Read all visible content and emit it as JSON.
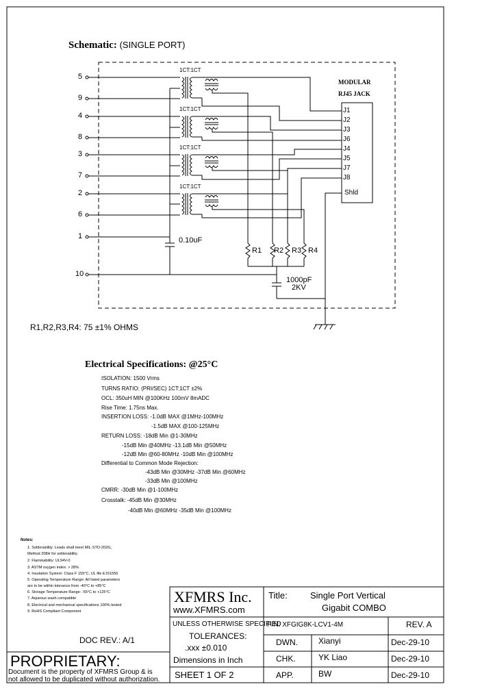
{
  "schematic": {
    "title": "Schematic:",
    "subtitle": "(SINGLE PORT)",
    "pins": [
      "5",
      "9",
      "4",
      "8",
      "3",
      "7",
      "2",
      "6",
      "1",
      "10"
    ],
    "transformer_labels": [
      "1CT:1CT",
      "1CT:1CT",
      "1CT:1CT",
      "1CT:1CT"
    ],
    "jack_title_line1": "MODULAR",
    "jack_title_line2": "RJ45  JACK",
    "jack_pins": [
      "J1",
      "J2",
      "J3",
      "J6",
      "J4",
      "J5",
      "J7",
      "J8"
    ],
    "shield_label": "Shld",
    "cap1_label": "0.10uF",
    "resistors": [
      "R1",
      "R2",
      "R3",
      "R4"
    ],
    "cap2_label_line1": "1000pF",
    "cap2_label_line2": "2KV",
    "resistor_note": "R1,R2,R3,R4:  75  ±1%  OHMS"
  },
  "electrical": {
    "title": "Electrical    Specifications:  @25°C",
    "lines": [
      "ISOLATION:  1500  Vrms",
      "TURNS  RATIO:  (PRI/SEC)  1CT:1CT  ±2%",
      "OCL:  350uH  MIN  @100KHz  100mV  8mADC",
      "Rise  Time:  1.75ns  Max.",
      "INSERTION  LOSS:  -1.0dB  MAX  @1MHz-100MHz",
      "-1.5dB  MAX  @100-125MHz",
      "RETURN  LOSS:  -18dB  Min  @1-30MHz",
      "-15dB  Min  @40MHz  -13.1dB  Min  @50MHz",
      "-12dB  Min  @60-80MHz  -10dB  Min  @100MHz",
      "Differential  to  Common  Mode  Rejection:",
      "-43dB  Min  @30MHz  -37dB  Min  @60MHz",
      "-33dB  Min  @100MHz",
      "CMRR:  -30dB  Min  @1-100MHz",
      "Crosstalk:  -45dB  Min  @30MHz",
      "-40dB  Min  @60MHz  -35dB  Min  @100MHz"
    ]
  },
  "notes": {
    "heading": "Notes:",
    "items": [
      "1.  Solderability: Leads shall meet MIL-STD-202G,",
      "     Method 208H for solderability.",
      "2.  Flammability: UL94V-0",
      "3.  ASTM oxygen index: > 28%",
      "4.  Insulation System: Class F 155°C, UL file E151556",
      "5.  Operating Temperature Range: All listed parameters",
      "     are to be within tolerance from -40°C to +85°C",
      "6.  Storage Temperature Range: -55°C to +125°C",
      "7.  Aqueous wash compatible",
      "8.  Electrical and mechanical specifications 100% tested",
      "9.  RoHS Compliant Component"
    ]
  },
  "title_block": {
    "company": "XFMRS Inc.",
    "website": "www.XFMRS.com",
    "title_label": "Title:",
    "title_line1": "Single Port Vertical",
    "title_line2": "Gigabit  COMBO",
    "unless": "UNLESS OTHERWISE SPECIFIED",
    "tolerances": "TOLERANCES:",
    "tolerance_value": ".xxx ±0.010",
    "dimensions": "Dimensions in Inch",
    "sheet": "SHEET  1  OF  2",
    "pn": "P/N: XFGIG8K-LCV1-4M",
    "rev": "REV. A",
    "dwn_label": "DWN.",
    "dwn_name": "Xianyi",
    "dwn_date": "Dec-29-10",
    "chk_label": "CHK.",
    "chk_name": "YK Liao",
    "chk_date": "Dec-29-10",
    "app_label": "APP.",
    "app_name": "BW",
    "app_date": "Dec-29-10",
    "doc_rev": "DOC REV.: A/1",
    "proprietary": "PROPRIETARY:",
    "prop_line1": "Document is the property of XFMRS Group & is",
    "prop_line2": "not allowed to be duplicated without authorization."
  }
}
